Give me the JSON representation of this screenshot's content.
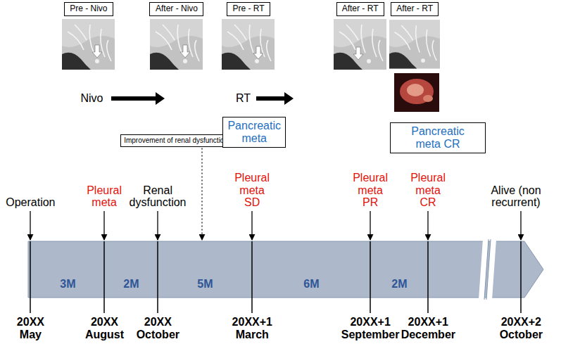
{
  "diagram": {
    "nodes": [
      {
        "text": [
          "Pre - Nivo"
        ]
      },
      {
        "text": [
          "After - Nivo"
        ]
      },
      {
        "text": [
          "Pre - RT"
        ]
      },
      {
        "text": [
          "After - RT"
        ]
      },
      {
        "text": [
          "After - RT"
        ]
      },
      {
        "text": [
          "Improvement of renal dysfunction"
        ]
      },
      {
        "text": [
          "Pancreatic meta"
        ]
      },
      {
        "text": [
          "Pancreatic meta CR"
        ]
      }
    ],
    "labels": [
      "Nivo",
      "RT",
      "Operation",
      "Pleural meta",
      "Renal dysfunction",
      "Pleural meta SD",
      "Pleural meta PR",
      "Pleural meta CR",
      "Alive (non recurrent)",
      "3M",
      "2M",
      "5M",
      "6M",
      "2M",
      "20XX May",
      "20XX August",
      "20XX October",
      "20XX+1 March",
      "20XX+1 September",
      "20XX+1 December",
      "20XX+2 October"
    ]
  }
}
